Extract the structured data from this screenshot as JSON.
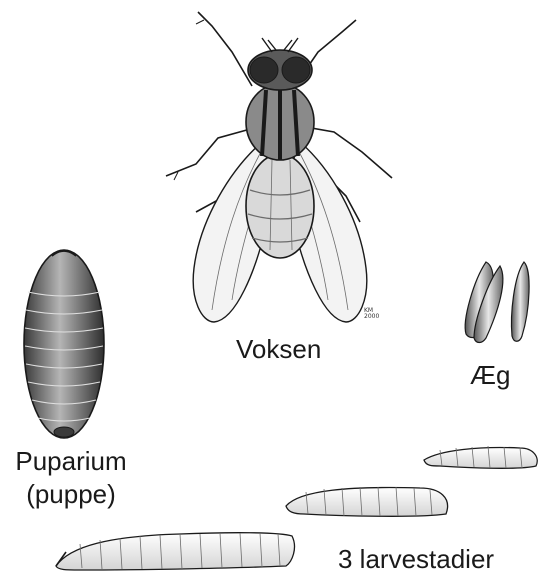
{
  "labels": {
    "adult": "Voksen",
    "eggs": "Æg",
    "pupa_line1": "Puparium",
    "pupa_line2": "(puppe)",
    "larvae": "3 larvestadier"
  },
  "artist_mark": "KM 2000",
  "colors": {
    "ink": "#1a1a1a",
    "shade": "#6b6b6b",
    "wing_fill": "#f3f3f3",
    "background": "#ffffff"
  }
}
